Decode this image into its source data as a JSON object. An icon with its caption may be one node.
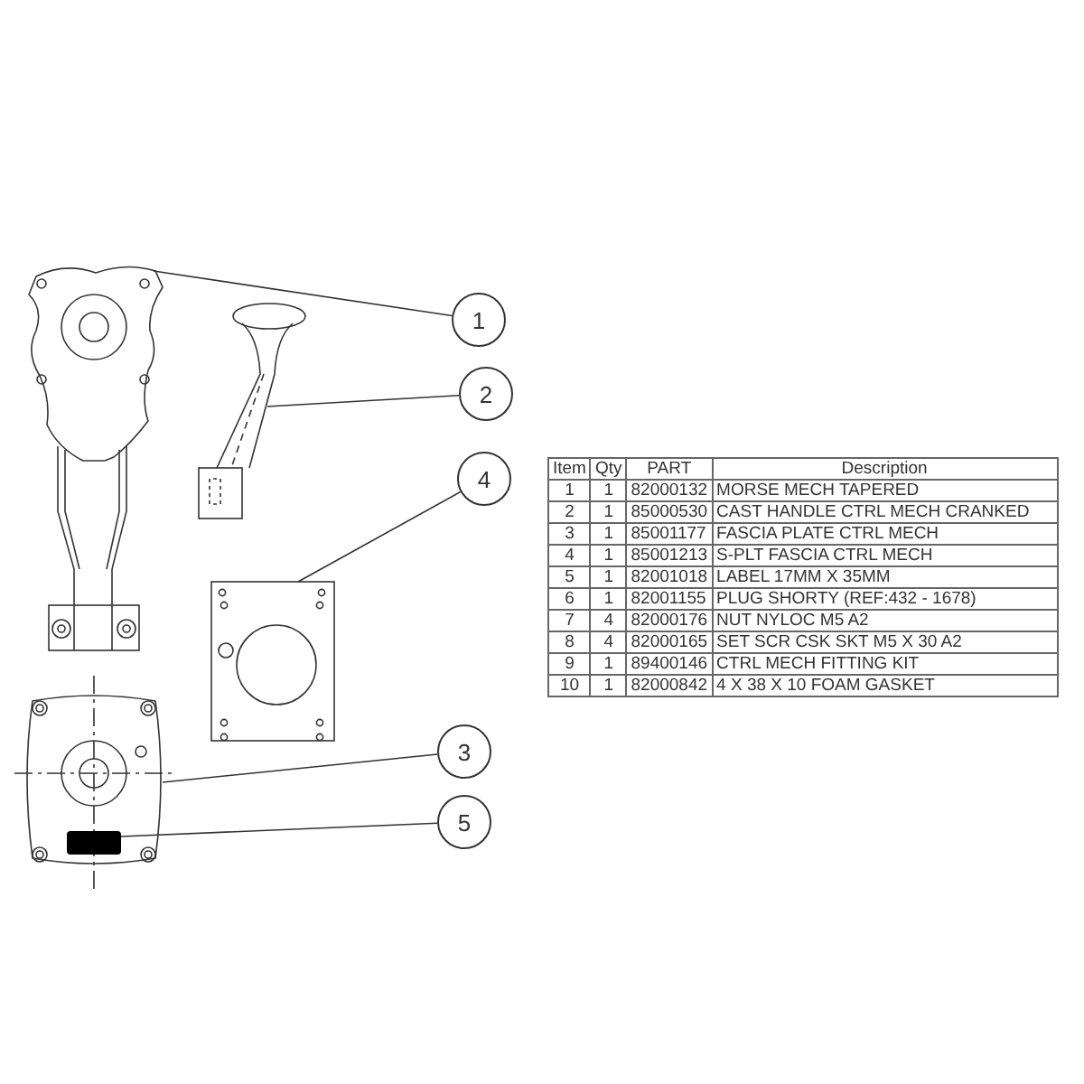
{
  "diagram": {
    "nodes": [
      {
        "text": [],
        "shape": "picture"
      },
      {
        "text": [
          "1"
        ]
      },
      {
        "text": [],
        "shape": "picture"
      },
      {
        "text": [
          "2"
        ]
      },
      {
        "text": [
          "4"
        ]
      },
      {
        "text": [],
        "shape": "picture"
      },
      {
        "text": [],
        "shape": "picture"
      },
      {
        "text": [],
        "shape": "box",
        "in": 6
      },
      {
        "text": [
          "3"
        ]
      },
      {
        "text": [
          "5"
        ]
      }
    ],
    "edges": [
      {
        "from": 1,
        "to": 0,
        "arrow": "none"
      },
      {
        "from": 3,
        "to": 2,
        "arrow": "none"
      },
      {
        "from": 4,
        "to": 5,
        "arrow": "none"
      },
      {
        "from": 8,
        "to": 6,
        "arrow": "none"
      },
      {
        "from": 9,
        "to": 7,
        "arrow": "none"
      }
    ],
    "labels": [
      "Item",
      "Qty",
      "PART",
      "Description",
      "1",
      "1",
      "82000132",
      "MORSE MECH TAPERED",
      "2",
      "1",
      "85000530",
      "CAST HANDLE CTRL MECH CRANKED",
      "3",
      "1",
      "85001177",
      "FASCIA PLATE CTRL MECH",
      "4",
      "1",
      "85001213",
      "S-PLT FASCIA CTRL MECH",
      "5",
      "1",
      "82001018",
      "LABEL 17MM X 35MM",
      "6",
      "1",
      "82001155",
      "PLUG SHORTY (REF:432 - 1678)",
      "7",
      "4",
      "82000176",
      "NUT NYLOC M5 A2",
      "8",
      "4",
      "82000165",
      "SET SCR CSK SKT M5 X 30 A2",
      "9",
      "1",
      "89400146",
      "CTRL MECH FITTING KIT",
      "10",
      "1",
      "82000842",
      "4 X 38 X 10 FOAM GASKET"
    ]
  }
}
